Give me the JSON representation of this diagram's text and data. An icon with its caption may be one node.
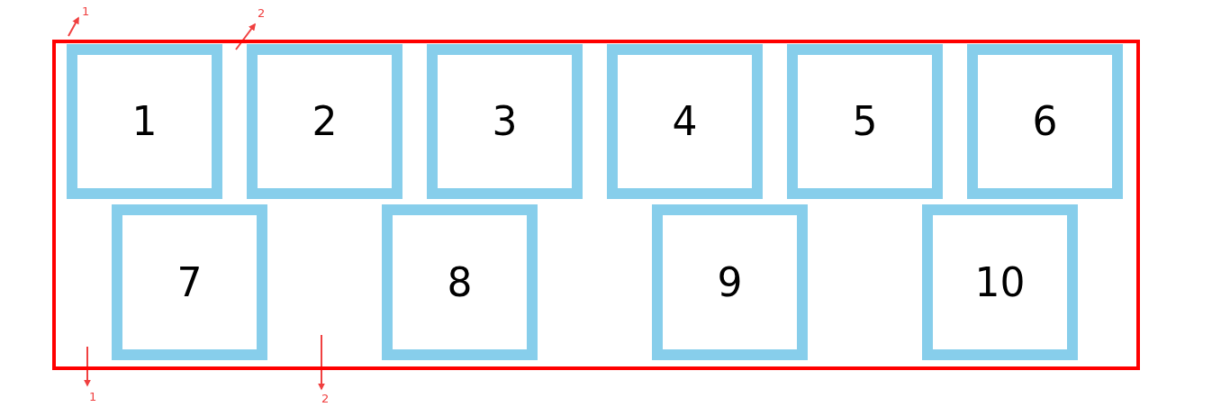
{
  "diagram": {
    "nodes": [
      {
        "text": [],
        "shape": "box"
      },
      {
        "text": [
          "1"
        ],
        "in": 0
      },
      {
        "text": [
          "2"
        ],
        "in": 0
      },
      {
        "text": [
          "3"
        ],
        "in": 0
      },
      {
        "text": [
          "4"
        ],
        "in": 0
      },
      {
        "text": [
          "5"
        ],
        "in": 0
      },
      {
        "text": [
          "6"
        ],
        "in": 0
      },
      {
        "text": [
          "7"
        ],
        "in": 0
      },
      {
        "text": [
          "8"
        ],
        "in": 0
      },
      {
        "text": [
          "9"
        ],
        "in": 0
      },
      {
        "text": [
          "10"
        ],
        "in": 0
      }
    ],
    "labels": [
      "1",
      "2",
      "1",
      "2"
    ]
  }
}
